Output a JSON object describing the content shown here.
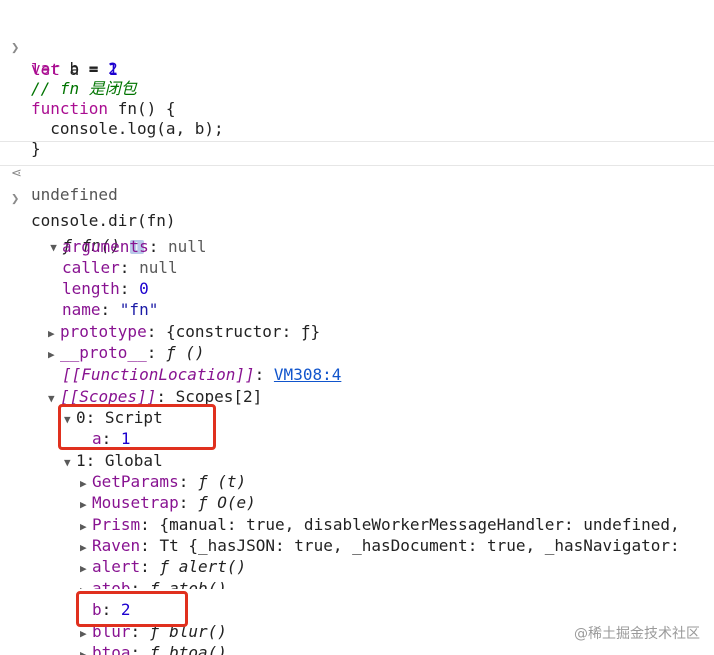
{
  "input1": {
    "line1": {
      "kw": "let",
      "rest": " a = ",
      "num": "1"
    },
    "line2": {
      "kw": "var",
      "rest": " b = ",
      "num": "2"
    },
    "comment": "// fn 是闭包",
    "line4": {
      "kw": "function",
      "rest": " fn() {"
    },
    "line5": "  console.log(a, b);",
    "line6": "}"
  },
  "output1": "undefined",
  "input2": "console.dir(fn)",
  "tree": {
    "root_prefix": "ƒ",
    "root_label": "fn()",
    "info_badge": "i",
    "arguments_key": "arguments",
    "arguments_val": "null",
    "caller_key": "caller",
    "caller_val": "null",
    "length_key": "length",
    "length_val": "0",
    "name_key": "name",
    "name_val": "\"fn\"",
    "prototype_key": "prototype",
    "prototype_val": "{constructor: ƒ}",
    "proto_key": "__proto__",
    "proto_val": "ƒ ()",
    "fnloc_key": "[[FunctionLocation]]",
    "fnloc_val": "VM308:4",
    "scopes_key": "[[Scopes]]",
    "scopes_val": "Scopes[2]",
    "script_label": "0: Script",
    "a_key": "a",
    "a_val": "1",
    "global_label": "1: Global",
    "getparams_key": "GetParams",
    "getparams_val": "ƒ (t)",
    "mousetrap_key": "Mousetrap",
    "mousetrap_val": "ƒ O(e)",
    "prism_key": "Prism",
    "prism_val": "{manual: true, disableWorkerMessageHandler: undefined,",
    "raven_key": "Raven",
    "raven_val": "Tt {_hasJSON: true, _hasDocument: true, _hasNavigator: ",
    "alert_key": "alert",
    "alert_val": "ƒ alert()",
    "atob_key": "atob",
    "atob_val": "ƒ atob()",
    "b_key": "b",
    "b_val": "2",
    "blur_key": "blur",
    "blur_val": "ƒ blur()",
    "btoa_key": "btoa",
    "btoa_val": "ƒ btoa()"
  },
  "watermark": "@稀土掘金技术社区",
  "colors": {
    "highlight": "#e0301e",
    "keyword": "#aa0d91",
    "comment": "#007400",
    "property": "#881391"
  }
}
